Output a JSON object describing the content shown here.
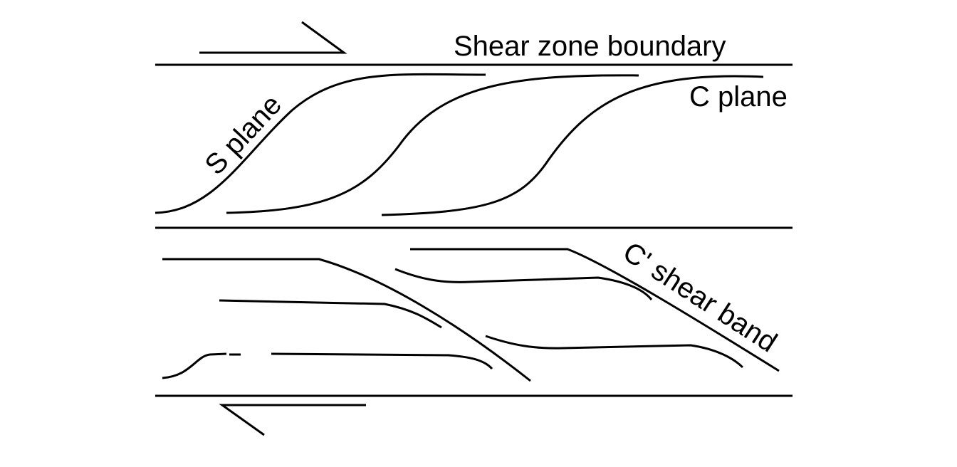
{
  "labels": {
    "shear_zone_boundary": "Shear zone boundary",
    "c_plane": "C plane",
    "s_plane": "S plane",
    "c_prime_shear_band": "C' shear band"
  },
  "colors": {
    "line": "#000000",
    "background": "#ffffff"
  }
}
